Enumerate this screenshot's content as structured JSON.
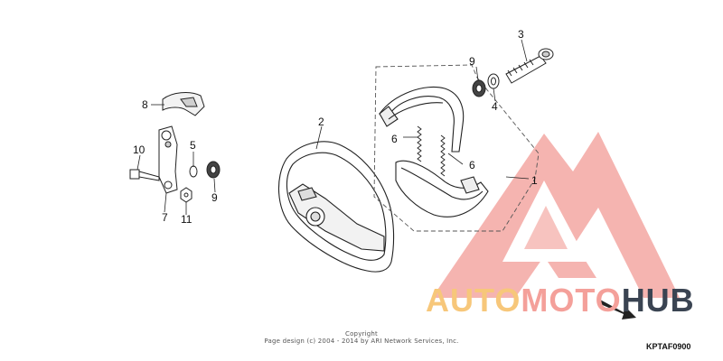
{
  "callouts": {
    "c1": "1",
    "c2": "2",
    "c3": "3",
    "c4": "4",
    "c5": "5",
    "c6a": "6",
    "c6b": "6",
    "c7": "7",
    "c8": "8",
    "c9a": "9",
    "c9b": "9",
    "c10": "10",
    "c11": "11"
  },
  "footer": {
    "copyright_title": "Copyright",
    "copyright_line": "Page design (c) 2004 - 2014 by ARI Network Services, Inc.",
    "diagram_code": "KPTAF0900"
  },
  "watermark": {
    "part1": "AUTO",
    "part2": "MOTO",
    "part3": "HUB",
    "colors": {
      "auto": "#f7c77a",
      "moto": "#f4a09a",
      "hub": "#3a4452",
      "logo": "#f08a84"
    }
  },
  "colors": {
    "line": "#222222",
    "dash": "#555555"
  }
}
